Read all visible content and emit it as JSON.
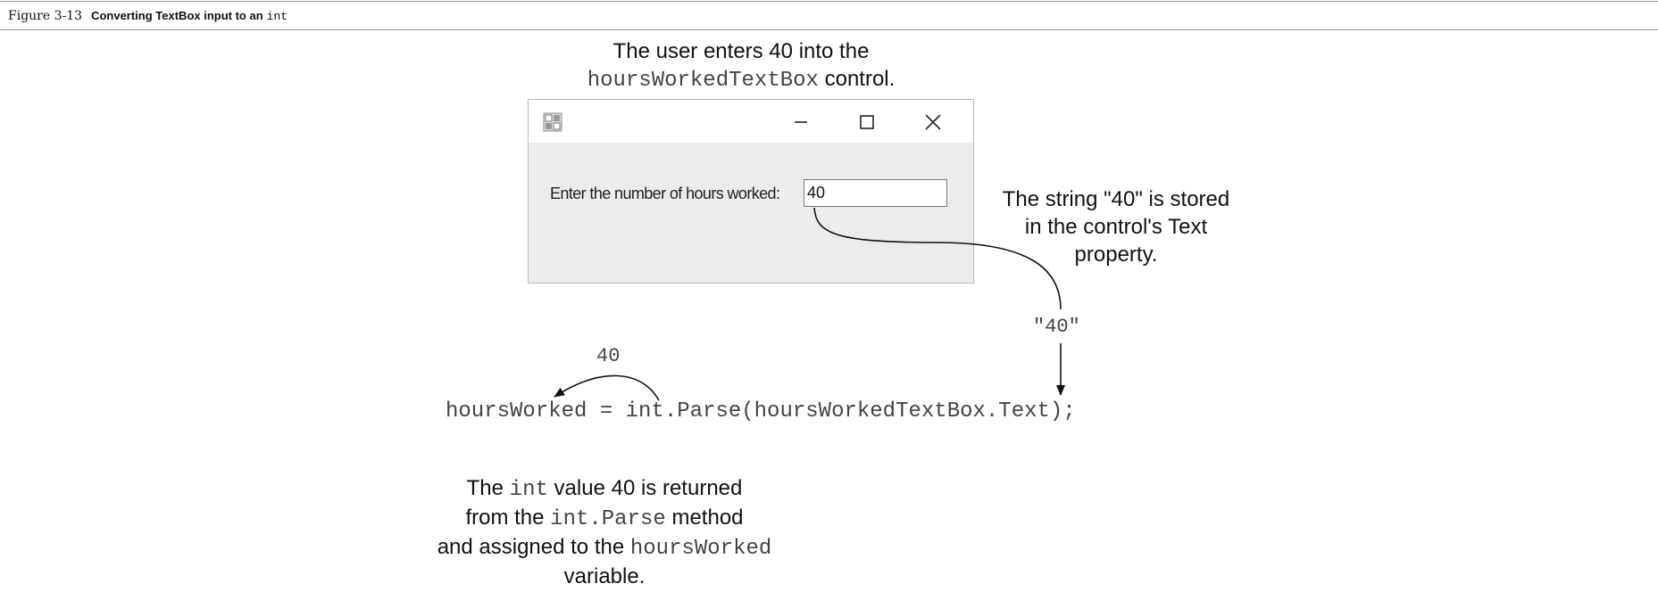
{
  "caption": {
    "number": "Figure 3-13",
    "title": "Converting TextBox input to an",
    "code": "int"
  },
  "top_callout": {
    "line1": "The user enters 40 into the",
    "code": "hoursWorkedTextBox",
    "after_code": " control."
  },
  "window": {
    "icon": "form-icon",
    "minimize_icon": "minimize-icon",
    "maximize_icon": "maximize-icon",
    "close_icon": "close-icon",
    "label": "Enter the number of hours worked:",
    "textbox_value": "40"
  },
  "right_callout": {
    "line1": "The string \"40\" is stored",
    "line2": "in the control's Text",
    "line3": "property."
  },
  "string_value": "\"40\"",
  "int_value": "40",
  "code_line": "hoursWorked = int.Parse(hoursWorkedTextBox.Text);",
  "bottom_callout": {
    "l1_pre": "The ",
    "l1_code": "int",
    "l1_post": " value 40 is returned",
    "l2_pre": "from the ",
    "l2_code": "int.Parse",
    "l2_post": " method",
    "l3_pre": "and assigned to the ",
    "l3_code": "hoursWorked",
    "l4": "variable."
  }
}
